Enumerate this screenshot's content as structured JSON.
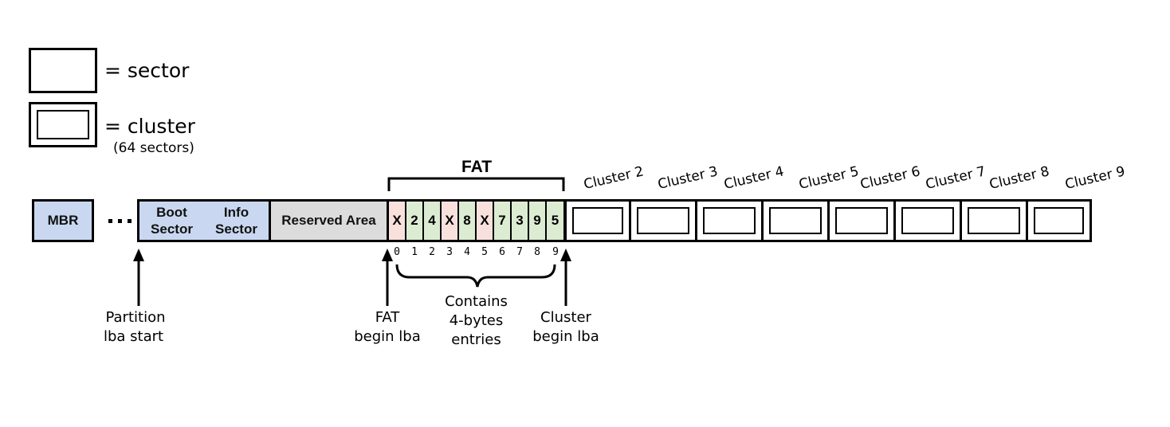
{
  "legend": {
    "sector_label": "= sector",
    "cluster_label": "= cluster",
    "cluster_note": "(64 sectors)"
  },
  "regions": {
    "mbr": "MBR",
    "boot_sector_1": "Boot",
    "boot_sector_2": "Sector",
    "info_sector_1": "Info",
    "info_sector_2": "Sector",
    "reserved": "Reserved Area"
  },
  "fat": {
    "title": "FAT",
    "entries": [
      "X",
      "2",
      "4",
      "X",
      "8",
      "X",
      "7",
      "3",
      "9",
      "5"
    ],
    "indices": [
      "0",
      "1",
      "2",
      "3",
      "4",
      "5",
      "6",
      "7",
      "8",
      "9"
    ],
    "entry_note_1": "Contains",
    "entry_note_2": "4-bytes",
    "entry_note_3": "entries"
  },
  "clusters": [
    "Cluster 2",
    "Cluster 3",
    "Cluster 4",
    "Cluster 5",
    "Cluster 6",
    "Cluster 7",
    "Cluster 8",
    "Cluster 9"
  ],
  "pointers": {
    "partition_1": "Partition",
    "partition_2": "lba start",
    "fat_1": "FAT",
    "fat_2": "begin lba",
    "cluster_1": "Cluster",
    "cluster_2": "begin lba"
  },
  "colors": {
    "system_region": "#c9d8f0",
    "reserved_region": "#dcdcdc",
    "fat_free_marker": "#f8e1dd",
    "fat_chain_entry": "#dcecd3"
  }
}
